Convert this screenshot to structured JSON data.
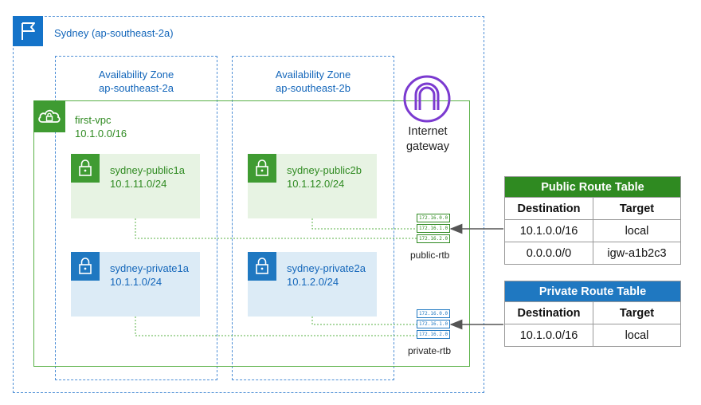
{
  "region": {
    "label": "Sydney (ap-southeast-2a)"
  },
  "availability_zones": [
    {
      "title": "Availability Zone",
      "name": "ap-southeast-2a"
    },
    {
      "title": "Availability Zone",
      "name": "ap-southeast-2b"
    }
  ],
  "vpc": {
    "name": "first-vpc",
    "cidr": "10.1.0.0/16"
  },
  "subnets": [
    {
      "name": "sydney-public1a",
      "cidr": "10.1.11.0/24"
    },
    {
      "name": "sydney-public2b",
      "cidr": "10.1.12.0/24"
    },
    {
      "name": "sydney-private1a",
      "cidr": "10.1.1.0/24"
    },
    {
      "name": "sydney-private2a",
      "cidr": "10.1.2.0/24"
    }
  ],
  "internet_gateway": {
    "line1": "Internet",
    "line2": "gateway"
  },
  "public_rtb": {
    "label": "public-rtb",
    "chips": [
      "172.16.0.0",
      "172.16.1.0",
      "172.16.2.0"
    ]
  },
  "private_rtb": {
    "label": "private-rtb",
    "chips": [
      "172.16.0.0",
      "172.16.1.0",
      "172.16.2.0"
    ]
  },
  "public_route_table": {
    "title": "Public Route Table",
    "headers": [
      "Destination",
      "Target"
    ],
    "rows": [
      [
        "10.1.0.0/16",
        "local"
      ],
      [
        "0.0.0.0/0",
        "igw-a1b2c3"
      ]
    ]
  },
  "private_route_table": {
    "title": "Private Route Table",
    "headers": [
      "Destination",
      "Target"
    ],
    "rows": [
      [
        "10.1.0.0/16",
        "local"
      ]
    ]
  },
  "colors": {
    "aws_blue": "#1473c9",
    "vpc_green": "#3f9b32",
    "public_subnet_bg": "#e7f3e3",
    "private_subnet_bg": "#dcebf6",
    "igw_purple": "#7b3ad0"
  }
}
